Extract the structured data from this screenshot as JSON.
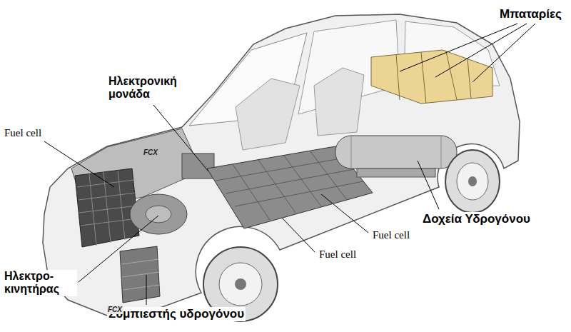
{
  "diagram": {
    "labels": [
      "Μπαταρίες",
      "Ηλεκτρονική μονάδα",
      "Fuel cell",
      "Δοχεία Υδρογόνου",
      "Fuel cell",
      "Fuel cell",
      "Ηλεκτρο- κινητήρας",
      "Συμπιεστής υδρογόνου",
      "FCX",
      "FCX"
    ]
  }
}
